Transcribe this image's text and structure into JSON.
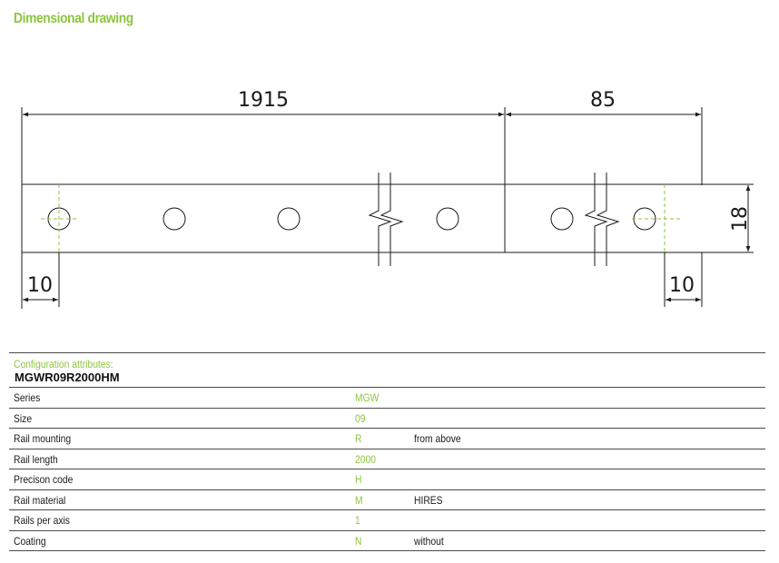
{
  "heading": "Dimensional drawing",
  "drawing": {
    "dim_total_length": "1915",
    "dim_end_length": "85",
    "dim_height": "18",
    "dim_left_offset": "10",
    "dim_right_offset": "10"
  },
  "config": {
    "title": "Configuration attributes:",
    "code": "MGWR09R2000HM",
    "rows": [
      {
        "label": "Series",
        "value": "MGW",
        "description": ""
      },
      {
        "label": "Size",
        "value": "09",
        "description": ""
      },
      {
        "label": "Rail mounting",
        "value": "R",
        "description": "from above"
      },
      {
        "label": "Rail length",
        "value": "2000",
        "description": ""
      },
      {
        "label": "Precison code",
        "value": "H",
        "description": ""
      },
      {
        "label": "Rail material",
        "value": "M",
        "description": "HIRES"
      },
      {
        "label": "Rails per axis",
        "value": "1",
        "description": ""
      },
      {
        "label": "Coating",
        "value": "N",
        "description": "without"
      }
    ]
  },
  "colors": {
    "accent": "#8cc63f",
    "line": "#1a1a1a"
  }
}
